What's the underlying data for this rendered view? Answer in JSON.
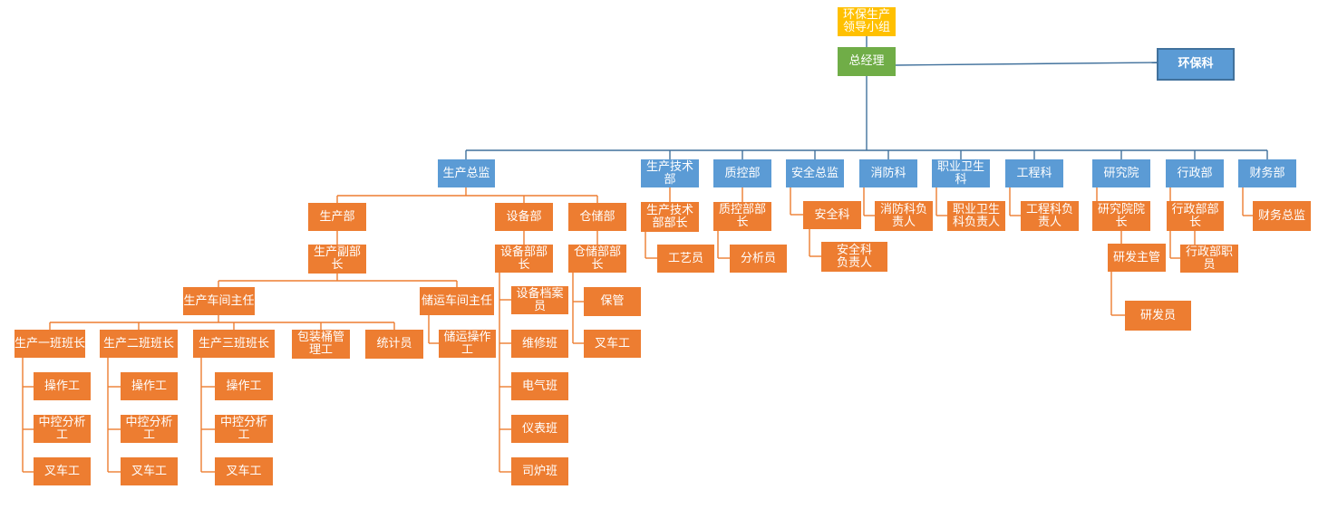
{
  "colors": {
    "orange": "#ED7D31",
    "blue": "#5B9BD5",
    "green": "#70AD47",
    "yellow": "#FFC000",
    "line": "#41719C"
  },
  "nodes": {
    "leader_group": "环保生产领导小组",
    "general_manager": "总经理",
    "env_section": "环保科",
    "prod_director": "生产总监",
    "prod_tech_dept": "生产技术部",
    "qc_dept": "质控部",
    "safety_director": "安全总监",
    "fire_section": "消防科",
    "occ_health_section": "职业卫生科",
    "engineering_section": "工程科",
    "research_institute": "研究院",
    "admin_dept": "行政部",
    "finance_dept": "财务部",
    "prod_dept": "生产部",
    "equip_dept": "设备部",
    "storage_dept": "仓储部",
    "prod_tech_head": "生产技术部部长",
    "qc_head": "质控部部长",
    "safety_section": "安全科",
    "fire_head": "消防科负责人",
    "occ_health_head": "职业卫生科负责人",
    "engineering_head": "工程科负责人",
    "research_dean": "研究院院长",
    "admin_head": "行政部部长",
    "finance_director": "财务总监",
    "prod_deputy_head": "生产副部长",
    "equip_head": "设备部部长",
    "storage_head": "仓储部部长",
    "process_staff": "工艺员",
    "analyst": "分析员",
    "safety_head": "安全科负责人",
    "rd_supervisor": "研发主管",
    "admin_staff": "行政部职员",
    "rd_staff": "研发员",
    "workshop_director": "生产车间主任",
    "transport_director": "储运车间主任",
    "equip_archivist": "设备档案员",
    "maintenance_team": "维修班",
    "electrical_team": "电气班",
    "instrument_team": "仪表班",
    "boiler_team": "司炉班",
    "keeper": "保管",
    "forklift_storage": "叉车工",
    "shift1_leader": "生产一班班长",
    "shift2_leader": "生产二班班长",
    "shift3_leader": "生产三班班长",
    "barrel_manager": "包装桶管理工",
    "statistician": "统计员",
    "transport_operator": "储运操作工",
    "s1_operator": "操作工",
    "s1_analyst": "中控分析工",
    "s1_forklift": "叉车工",
    "s2_operator": "操作工",
    "s2_analyst": "中控分析工",
    "s2_forklift": "叉车工",
    "s3_operator": "操作工",
    "s3_analyst": "中控分析工",
    "s3_forklift": "叉车工"
  }
}
